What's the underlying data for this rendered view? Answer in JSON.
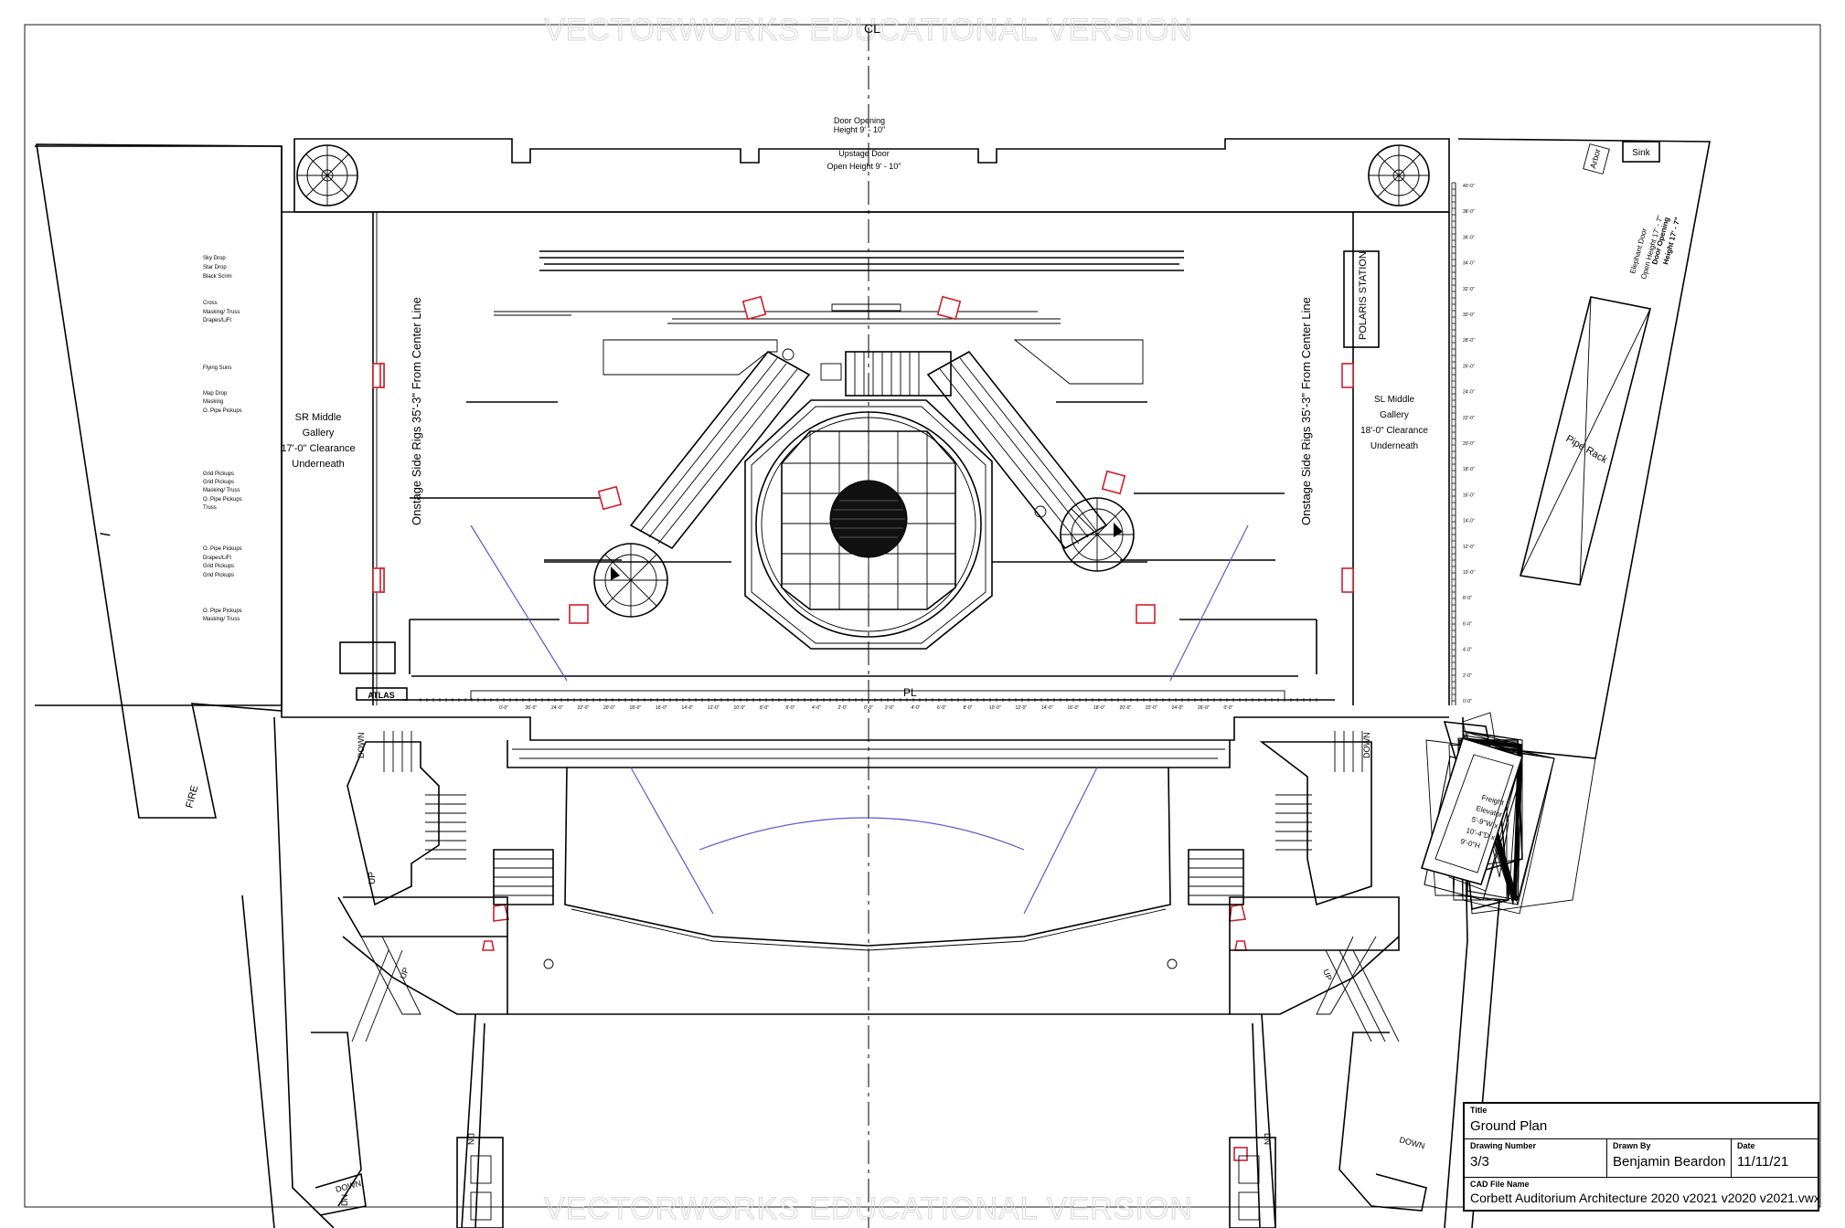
{
  "watermark": "VECTORWORKS EDUCATIONAL VERSION",
  "centerline_symbol": "CL",
  "plaster_line_symbol": "PL",
  "labels": {
    "door_opening": "Door Opening",
    "door_height": "Height 9' - 10\"",
    "upstage_door": "Upstage Door",
    "upstage_open_height": "Open Height 9' - 10\"",
    "sr_middle": "SR Middle",
    "sr_gallery": "Gallery",
    "sr_clearance": "17'-0\" Clearance",
    "sr_underneath": "Underneath",
    "sl_middle": "SL Middle",
    "sl_gallery": "Gallery",
    "sl_clearance": "18'-0\" Clearance",
    "sl_underneath": "Underneath",
    "onstage_rigs": "Onstage Side Rigs  35'-3\" From  Center Line",
    "polaris": "POLARIS STATION",
    "atlas": "ATLAS",
    "fire": "FIRE",
    "arbor": "Arbor",
    "sink": "Sink",
    "pipe_rack": "Pipe Rack",
    "elephant_door": "Elephant Door",
    "elephant_open": "Open Height 17' - 7\"",
    "elephant_opening": "Door Opening",
    "elephant_height": "Height 17' - 7\"",
    "freight_1": "Freight",
    "freight_2": "Elevator",
    "freight_3": "5'-9\"W x",
    "freight_4": "10'-4\"D x",
    "freight_5": "9'-0\"H",
    "down": "DOWN",
    "up": "UP",
    "dn": "DN"
  },
  "lineset_list": [
    "Sky Drop",
    "Star Drop",
    "Black Scrim",
    "Cross",
    "Masking/ Truss",
    "Drapes/LiFt",
    "Flying Suns",
    "Map Drop",
    "Masking",
    "O. Pipe Pickups",
    "Grid Pickups",
    "Grid Pickups",
    "Masking/ Truss",
    "O. Pipe Pickups",
    "Truss",
    "O. Pipe Pickups",
    "Drapes/LiFt",
    "Grid Pickups",
    "Grid Pickups",
    "O. Pipe Pickups",
    "Masking/ Truss"
  ],
  "scale_left": [
    "0'-0\"",
    "26'-0\"",
    "24'-0\"",
    "22'-0\"",
    "20'-0\"",
    "18'-0\"",
    "16'-0\"",
    "14'-0\"",
    "12'-0\"",
    "10'-0\"",
    "8'-0\"",
    "6'-0\"",
    "4'-0\"",
    "2'-0\"",
    "0'-0\""
  ],
  "scale_right": [
    "2'-0\"",
    "4'-0\"",
    "6'-0\"",
    "8'-0\"",
    "10'-0\"",
    "12'-0\"",
    "14'-0\"",
    "16'-0\"",
    "18'-0\"",
    "20'-0\"",
    "22'-0\"",
    "24'-0\"",
    "26'-0\"",
    "0'-0\""
  ],
  "scale_depth": [
    "40'-0\"",
    "38'-0\"",
    "36'-0\"",
    "34'-0\"",
    "32'-0\"",
    "30'-0\"",
    "28'-0\"",
    "26'-0\"",
    "24'-0\"",
    "22'-0\"",
    "20'-0\"",
    "18'-0\"",
    "16'-0\"",
    "14'-0\"",
    "12'-0\"",
    "10'-0\"",
    "8'-0\"",
    "6'-0\"",
    "4'-0\"",
    "2'-0\"",
    "0'-0\""
  ],
  "title_block": {
    "title_label": "Title",
    "title": "Ground Plan",
    "drawing_number_label": "Drawing Number",
    "drawing_number": "3/3",
    "drawn_by_label": "Drawn By",
    "drawn_by": "Benjamin Beardon",
    "date_label": "Date",
    "date": "11/11/21",
    "cad_label": "CAD File Name",
    "cad_file": "Corbett Auditorium Architecture 2020 v2021 v2020 v2021.vwx"
  }
}
